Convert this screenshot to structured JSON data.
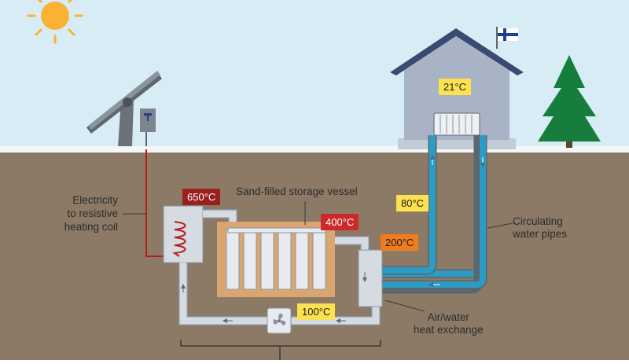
{
  "labels": {
    "electricity": "Electricity to resistive heating coil",
    "electricity_lines": [
      "Electricity",
      "to resistive",
      "heating coil"
    ],
    "storage_vessel": "Sand-filled storage vessel",
    "circulating": [
      "Circulating",
      "water pipes"
    ],
    "heat_exchange": [
      "Air/water",
      "heat exchange"
    ]
  },
  "temperatures": {
    "coil": "650°C",
    "vessel_out": "400°C",
    "exchanger_in": "200°C",
    "pipe_supply": "80°C",
    "return_air": "100°C",
    "house": "21°C"
  },
  "colors": {
    "sky": "#d8ecf6",
    "ground": "#8c7a66",
    "coil_badge": "#9a1f1f",
    "vessel_badge": "#cc2a2a",
    "exchanger_badge": "#ef7d1f",
    "yellow_badge": "#fde24f",
    "pipe": "#2c9cc4",
    "sand": "#d9a672"
  },
  "icons": [
    "sun-icon",
    "solar-panel-icon",
    "finnish-flag-icon",
    "tree-icon",
    "fan-icon",
    "radiator-icon"
  ]
}
